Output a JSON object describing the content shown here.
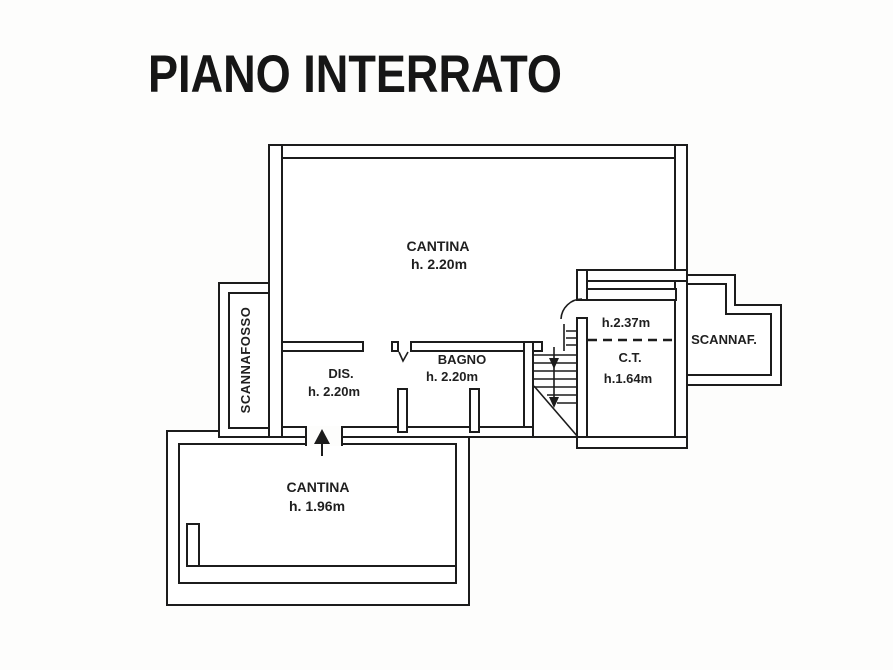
{
  "title": "PIANO INTERRATO",
  "rooms": {
    "cantina_upper": {
      "name": "CANTINA",
      "height": "h. 2.20m"
    },
    "scannafosso": {
      "name": "SCANNAFOSSO"
    },
    "dis": {
      "name": "DIS.",
      "height": "h. 2.20m"
    },
    "bagno": {
      "name": "BAGNO",
      "height": "h. 2.20m"
    },
    "ct": {
      "name": "C.T.",
      "height": "h.1.64m",
      "upper_height": "h.2.37m"
    },
    "scannaf": {
      "name": "SCANNAF."
    },
    "cantina_lower": {
      "name": "CANTINA",
      "height": "h. 1.96m"
    }
  },
  "colors": {
    "line": "#1c1c1c",
    "background": "#fdfdfc"
  }
}
